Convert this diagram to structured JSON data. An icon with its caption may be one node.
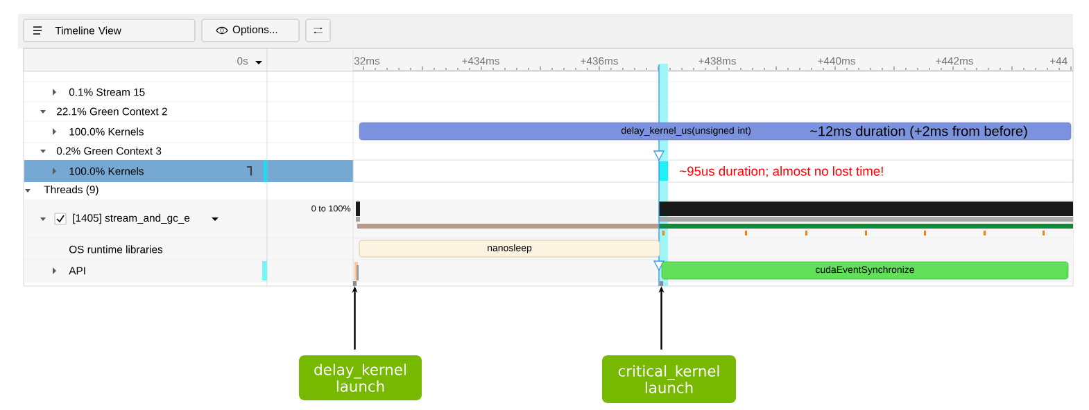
{
  "diagram": {
    "nodes": [
      {
        "text": [
          "Timeline View"
        ]
      },
      {
        "text": [
          "Options..."
        ]
      },
      {
        "text": [
          "delay_kernel_us(unsigned int)"
        ]
      },
      {
        "text": [
          "nanosleep"
        ]
      },
      {
        "text": [
          "cudaEventSynchronize"
        ]
      },
      {
        "text": [
          "delay_kernel launch"
        ]
      },
      {
        "text": [
          "critical_kernel launch"
        ]
      },
      {
        "text": [],
        "shape": "bar"
      },
      {
        "text": [],
        "shape": "bar"
      }
    ],
    "edges": [
      {
        "from": 5,
        "to": 7,
        "arrow": "to"
      },
      {
        "from": 6,
        "to": 8,
        "arrow": "to"
      }
    ],
    "labels": [
      "0s",
      "32ms",
      "+434ms",
      "+436ms",
      "+438ms",
      "+440ms",
      "+442ms",
      "+44",
      "0.1% Stream 15",
      "22.1% Green Context 2",
      "100.0% Kernels",
      "0.2% Green Context 3",
      "100.0% Kernels",
      "Threads (9)",
      "[1405] stream_and_gc_e",
      "0 to 100%",
      "OS runtime libraries",
      "API",
      "~12ms duration (+2ms from  before)",
      "~95us duration; almost no lost time!"
    ]
  }
}
